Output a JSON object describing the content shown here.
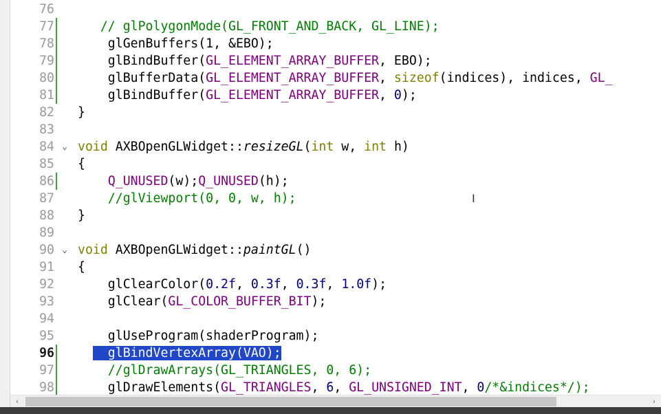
{
  "lines": [
    {
      "n": "76",
      "segs": []
    },
    {
      "n": "77",
      "change": true,
      "segs": [
        {
          "t": "   "
        },
        {
          "t": "// glPolygonMode(GL_FRONT_AND_BACK, GL_LINE);",
          "c": "cm"
        }
      ]
    },
    {
      "n": "78",
      "change": true,
      "segs": [
        {
          "t": "    glGenBuffers(1, &EBO);"
        }
      ]
    },
    {
      "n": "79",
      "change": true,
      "segs": [
        {
          "t": "    glBindBuffer("
        },
        {
          "t": "GL_ELEMENT_ARRAY_BUFFER",
          "c": "mc"
        },
        {
          "t": ", EBO);"
        }
      ]
    },
    {
      "n": "80",
      "change": true,
      "segs": [
        {
          "t": "    glBufferData("
        },
        {
          "t": "GL_ELEMENT_ARRAY_BUFFER",
          "c": "mc"
        },
        {
          "t": ", "
        },
        {
          "t": "sizeof",
          "c": "kw"
        },
        {
          "t": "(indices), indices, "
        },
        {
          "t": "GL_",
          "c": "mc"
        }
      ]
    },
    {
      "n": "81",
      "change": true,
      "segs": [
        {
          "t": "    glBindBuffer("
        },
        {
          "t": "GL_ELEMENT_ARRAY_BUFFER",
          "c": "mc"
        },
        {
          "t": ", "
        },
        {
          "t": "0",
          "c": "num"
        },
        {
          "t": ");"
        }
      ]
    },
    {
      "n": "82",
      "segs": [
        {
          "t": "}"
        }
      ]
    },
    {
      "n": "83",
      "segs": []
    },
    {
      "n": "84",
      "fold": true,
      "segs": [
        {
          "t": "void",
          "c": "kw"
        },
        {
          "t": " AXBOpenGLWidget::"
        },
        {
          "t": "resizeGL",
          "c": "it"
        },
        {
          "t": "("
        },
        {
          "t": "int",
          "c": "kw"
        },
        {
          "t": " w, "
        },
        {
          "t": "int",
          "c": "kw"
        },
        {
          "t": " h)"
        }
      ]
    },
    {
      "n": "85",
      "segs": [
        {
          "t": "{"
        }
      ]
    },
    {
      "n": "86",
      "change": true,
      "segs": [
        {
          "t": "    "
        },
        {
          "t": "Q_UNUSED",
          "c": "mc"
        },
        {
          "t": "(w);"
        },
        {
          "t": "Q_UNUSED",
          "c": "mc"
        },
        {
          "t": "(h);"
        }
      ]
    },
    {
      "n": "87",
      "segs": [
        {
          "t": "    "
        },
        {
          "t": "//glViewport(0, 0, w, h);",
          "c": "cm"
        }
      ]
    },
    {
      "n": "88",
      "segs": [
        {
          "t": "}"
        }
      ]
    },
    {
      "n": "89",
      "segs": []
    },
    {
      "n": "90",
      "fold": true,
      "segs": [
        {
          "t": "void",
          "c": "kw"
        },
        {
          "t": " AXBOpenGLWidget::"
        },
        {
          "t": "paintGL",
          "c": "it"
        },
        {
          "t": "()"
        }
      ]
    },
    {
      "n": "91",
      "segs": [
        {
          "t": "{"
        }
      ]
    },
    {
      "n": "92",
      "segs": [
        {
          "t": "    glClearColor("
        },
        {
          "t": "0.2f",
          "c": "num"
        },
        {
          "t": ", "
        },
        {
          "t": "0.3f",
          "c": "num"
        },
        {
          "t": ", "
        },
        {
          "t": "0.3f",
          "c": "num"
        },
        {
          "t": ", "
        },
        {
          "t": "1.0f",
          "c": "num"
        },
        {
          "t": ");"
        }
      ]
    },
    {
      "n": "93",
      "segs": [
        {
          "t": "    glClear("
        },
        {
          "t": "GL_COLOR_BUFFER_BIT",
          "c": "mc"
        },
        {
          "t": ");"
        }
      ]
    },
    {
      "n": "94",
      "segs": []
    },
    {
      "n": "95",
      "segs": [
        {
          "t": "    glUseProgram(shaderProgram);"
        }
      ]
    },
    {
      "n": "96",
      "current": true,
      "change": true,
      "segs": [
        {
          "t": "  "
        },
        {
          "t": "  glBindVertexArray(VAO);",
          "c": "sel"
        }
      ]
    },
    {
      "n": "97",
      "change": true,
      "segs": [
        {
          "t": "    "
        },
        {
          "t": "//glDrawArrays(GL_TRIANGLES, 0, 6);",
          "c": "cm"
        }
      ]
    },
    {
      "n": "98",
      "change": true,
      "segs": [
        {
          "t": "    glDrawElements("
        },
        {
          "t": "GL_TRIANGLES",
          "c": "mc"
        },
        {
          "t": ", "
        },
        {
          "t": "6",
          "c": "num"
        },
        {
          "t": ", "
        },
        {
          "t": "GL_UNSIGNED_INT",
          "c": "mc"
        },
        {
          "t": ", "
        },
        {
          "t": "0",
          "c": "num"
        },
        {
          "t": "/*&indices*/);",
          "c": "cm"
        }
      ]
    }
  ],
  "colors": {
    "keyword": "#808000",
    "macro": "#800080",
    "number": "#000080",
    "comment": "#008000",
    "selection": "#1f47c8",
    "change_marker": "#3aa03a"
  },
  "icons": {
    "fold": "chevron-down-icon",
    "cursor": "i-beam-cursor-icon",
    "scroll_left": "chevron-left-icon",
    "scroll_right": "chevron-right-icon"
  },
  "glyphs": {
    "fold": "⌄",
    "cursor": "I",
    "left": "‹",
    "right": "›"
  }
}
